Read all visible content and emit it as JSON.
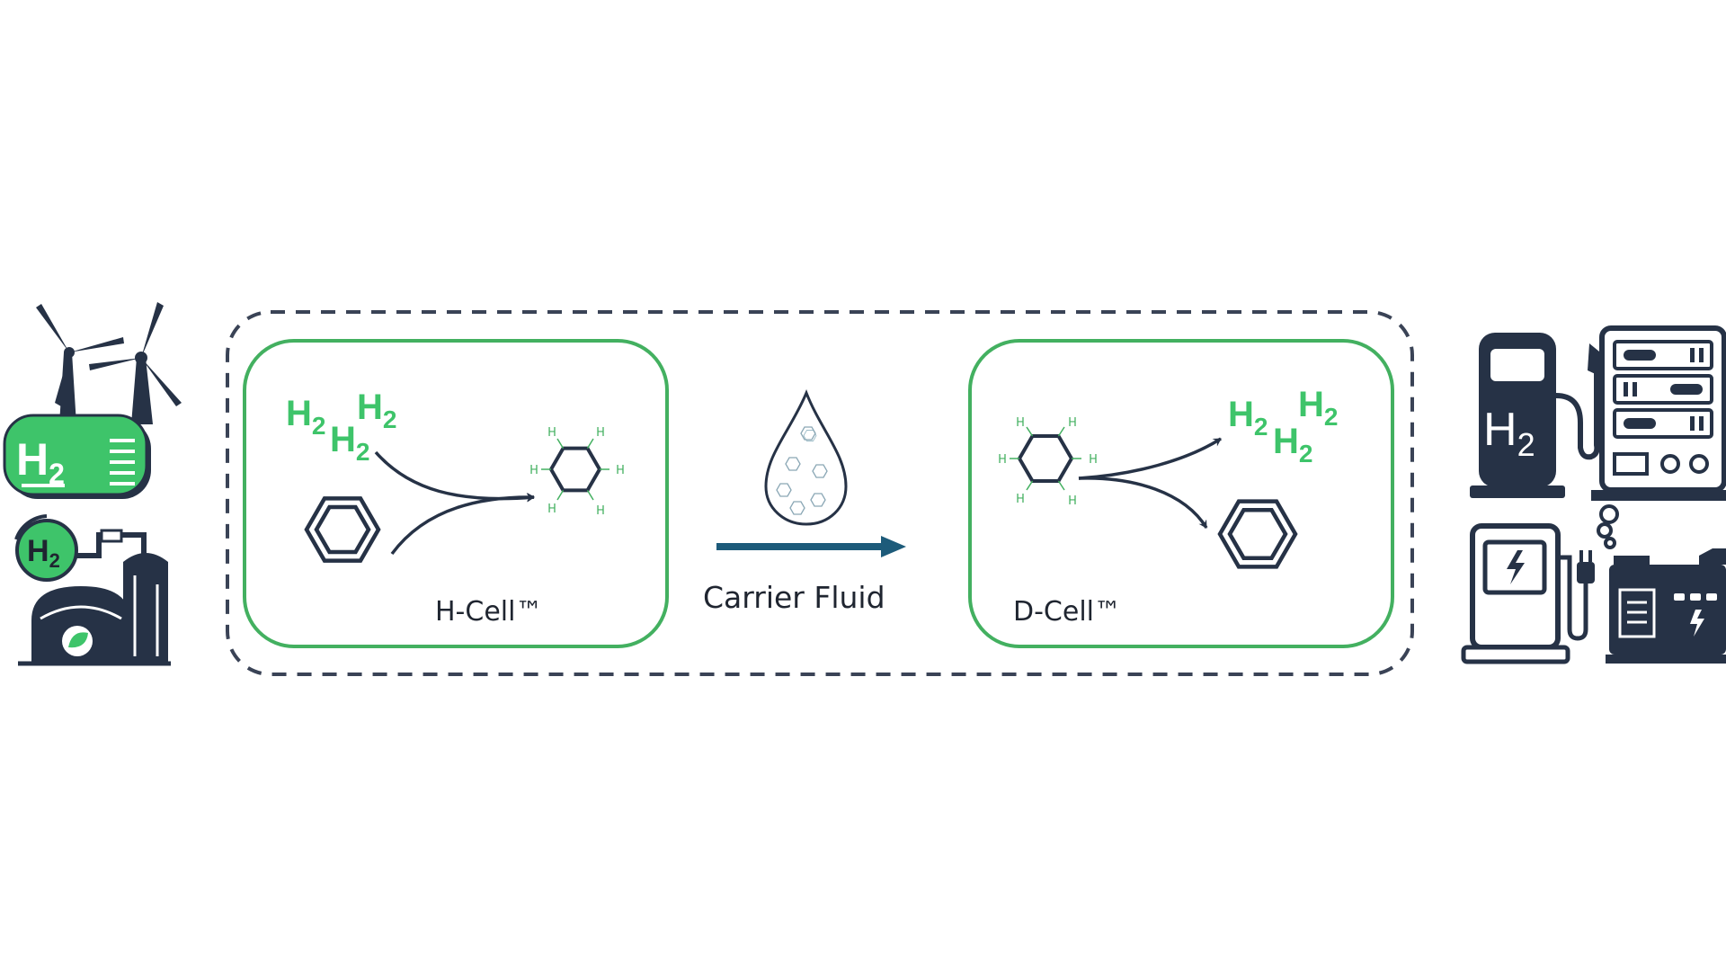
{
  "colors": {
    "navy": "#263246",
    "green": "#43b060",
    "green_light": "#3ec46a",
    "arrow_teal": "#1d5b7a",
    "dash": "#3a4356"
  },
  "icons": {
    "left_top": "wind-turbine-h2-storage-icon",
    "left_bottom": "green-h2-plant-icon",
    "right_top_left": "h2-fuel-pump-icon",
    "right_top_right": "server-rack-icon",
    "right_bottom_left": "ev-charger-icon",
    "right_bottom_right": "generator-icon"
  },
  "h2": {
    "symbol": "H",
    "subscript": "2"
  },
  "atom_h": "H",
  "h_cell": {
    "label": "H-Cell™"
  },
  "d_cell": {
    "label": "D-Cell™"
  },
  "carrier": {
    "label": "Carrier Fluid"
  }
}
